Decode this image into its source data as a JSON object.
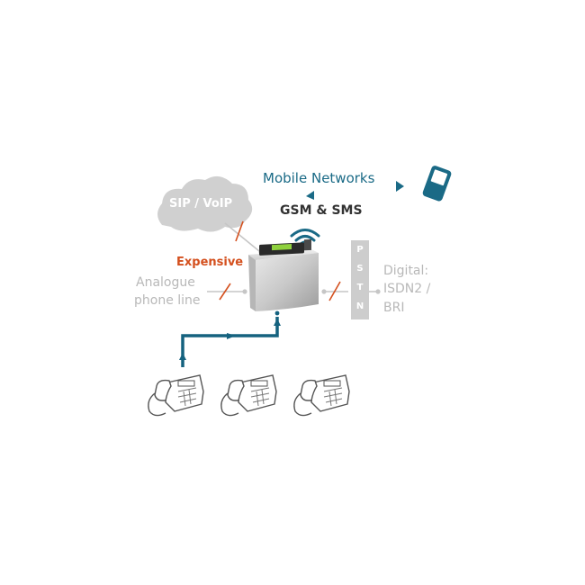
{
  "labels": {
    "mobile_networks": "Mobile Networks",
    "gsm_sms": "GSM & SMS",
    "cloud": "SIP / VoIP",
    "expensive": "Expensive",
    "analogue_line1": "Analogue",
    "analogue_line2": "phone line",
    "digital_line1": "Digital:",
    "digital_line2": "ISDN2 /",
    "digital_line3": "BRI",
    "pstn": [
      "P",
      "S",
      "T",
      "N"
    ]
  },
  "colors": {
    "mobile_blue": "#1a6a86",
    "cable_blue": "#15627f",
    "expensive_orange": "#d4501e",
    "grey_line": "#c6c6c6",
    "cloud_grey": "#d0d0d0",
    "label_grey": "#b8b8b8",
    "dark_text": "#333333",
    "display_green": "#8fd13e"
  },
  "icons": [
    "cloud-icon",
    "wifi-icon",
    "mobile-phone-icon",
    "gateway-device-icon",
    "desk-phone-icon"
  ]
}
